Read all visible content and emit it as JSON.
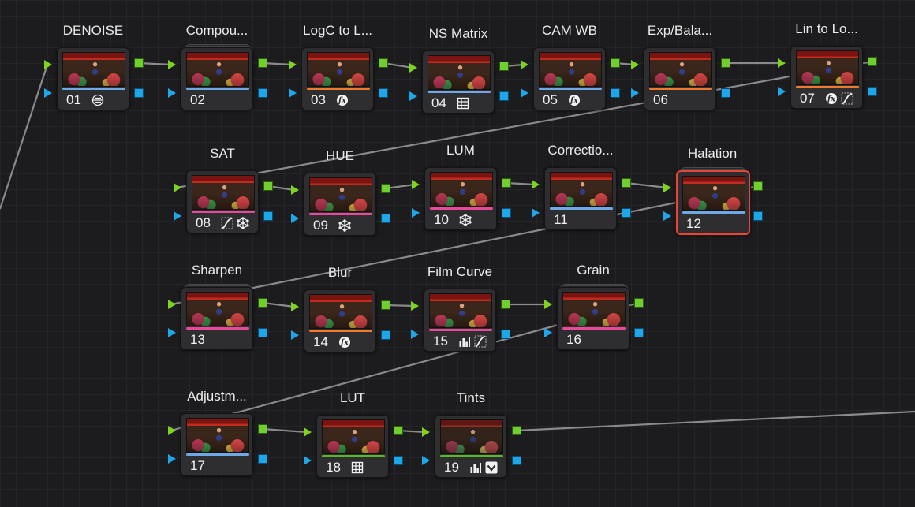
{
  "colors": {
    "wire": "#8a8a8e",
    "rgb_port": "#6fcf2f",
    "key_port": "#1ea7e8",
    "selected_border": "#e2473a"
  },
  "nodes": [
    {
      "id": "01",
      "title": "DENOISE",
      "bar": "#6ea8e6",
      "stacked": false,
      "icons": [
        "noise-reduction-icon"
      ]
    },
    {
      "id": "02",
      "title": "Compou...",
      "bar": "#6ea8e6",
      "stacked": true,
      "icons": []
    },
    {
      "id": "03",
      "title": "LogC to L...",
      "bar": "#f07a2c",
      "stacked": false,
      "icons": [
        "fx-icon"
      ]
    },
    {
      "id": "04",
      "title": "NS Matrix",
      "bar": "#6ea8e6",
      "stacked": false,
      "icons": [
        "grid-icon"
      ]
    },
    {
      "id": "05",
      "title": "CAM WB",
      "bar": "#6ea8e6",
      "stacked": false,
      "icons": [
        "fx-icon"
      ]
    },
    {
      "id": "06",
      "title": "Exp/Bala...",
      "bar": "#f07a2c",
      "stacked": false,
      "icons": []
    },
    {
      "id": "07",
      "title": "Lin to Lo...",
      "bar": "#f07a2c",
      "stacked": false,
      "icons": [
        "fx-icon",
        "curve-icon"
      ]
    },
    {
      "id": "08",
      "title": "SAT",
      "bar": "#e8499a",
      "stacked": false,
      "icons": [
        "curve-icon",
        "hsl-icon"
      ]
    },
    {
      "id": "09",
      "title": "HUE",
      "bar": "#e8499a",
      "stacked": false,
      "icons": [
        "hsl-icon"
      ]
    },
    {
      "id": "10",
      "title": "LUM",
      "bar": "#e8499a",
      "stacked": false,
      "icons": [
        "hsl-icon"
      ]
    },
    {
      "id": "11",
      "title": "Correctio...",
      "bar": "#6ea8e6",
      "stacked": false,
      "icons": []
    },
    {
      "id": "12",
      "title": "Halation",
      "bar": "#6ea8e6",
      "stacked": true,
      "selected": true,
      "icons": []
    },
    {
      "id": "13",
      "title": "Sharpen",
      "bar": "#e8499a",
      "stacked": true,
      "icons": []
    },
    {
      "id": "14",
      "title": "Blur",
      "bar": "#f07a2c",
      "stacked": false,
      "icons": [
        "fx-icon"
      ]
    },
    {
      "id": "15",
      "title": "Film Curve",
      "bar": "#e8499a",
      "stacked": false,
      "icons": [
        "bars-icon",
        "curve-icon"
      ]
    },
    {
      "id": "16",
      "title": "Grain",
      "bar": "#e8499a",
      "stacked": true,
      "icons": []
    },
    {
      "id": "17",
      "title": "Adjustm...",
      "bar": "#6ea8e6",
      "stacked": false,
      "icons": []
    },
    {
      "id": "18",
      "title": "LUT",
      "bar": "#58b82a",
      "stacked": false,
      "icons": [
        "grid-icon"
      ]
    },
    {
      "id": "19",
      "title": "Tints",
      "bar": "#58b82a",
      "stacked": false,
      "muted": true,
      "icons": [
        "bars-icon",
        "dropdown-check-icon"
      ]
    }
  ]
}
